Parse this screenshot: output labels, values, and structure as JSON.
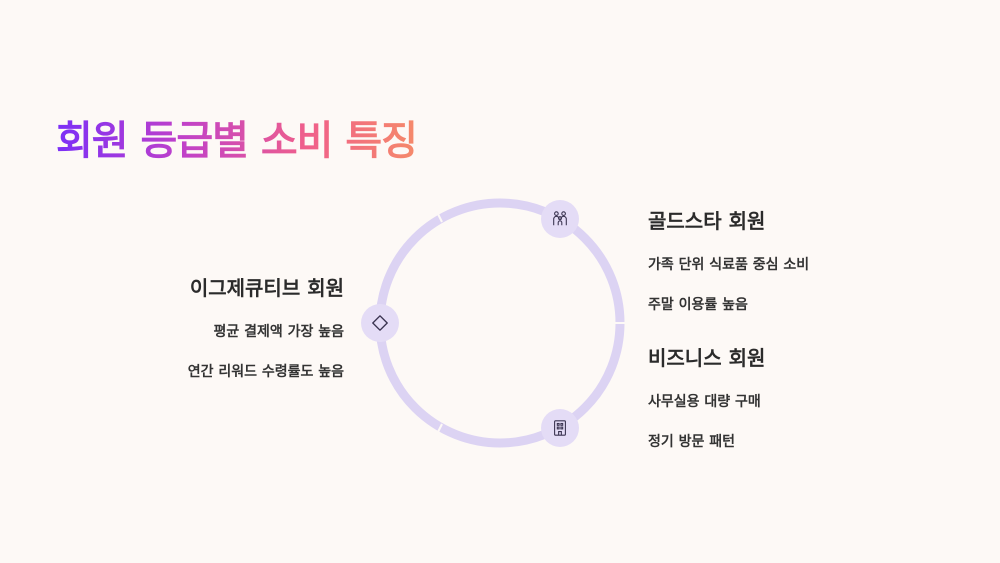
{
  "title": "회원 등급별 소비 특징",
  "colors": {
    "ring": "#dcd3f3",
    "node_bg": "#e4dcf6",
    "icon": "#3a3350",
    "gradient_start": "#7b2ff7",
    "gradient_end": "#f58a6a"
  },
  "segments": [
    {
      "id": "executive",
      "heading": "이그제큐티브 회원",
      "lines": [
        "평균 결제액 가장 높음",
        "연간 리워드 수령률도 높음"
      ],
      "icon": "diamond-icon"
    },
    {
      "id": "gold-star",
      "heading": "골드스타 회원",
      "lines": [
        "가족 단위 식료품 중심 소비",
        "주말 이용률 높음"
      ],
      "icon": "family-icon"
    },
    {
      "id": "business",
      "heading": "비즈니스 회원",
      "lines": [
        "사무실용 대량 구매",
        "정기 방문 패턴"
      ],
      "icon": "building-icon"
    }
  ]
}
